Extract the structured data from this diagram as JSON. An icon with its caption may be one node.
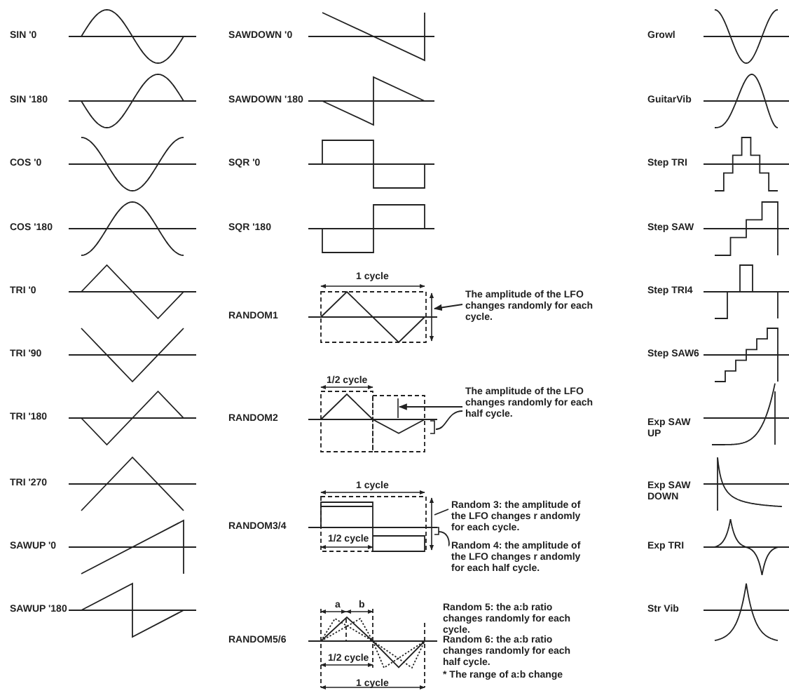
{
  "diagram": {
    "nodes": [
      {
        "text": [
          "The amplitude of the LFO changes randomly for each cycle."
        ]
      },
      {
        "text": [
          "The amplitude of the LFO changes randomly for each half cycle."
        ]
      },
      {
        "text": [
          "Random 3: the amplitude of the LFO changes r andomly for each cycle."
        ]
      },
      {
        "text": [
          "Random 4: the amplitude of the LFO changes r andomly for each half cycle."
        ]
      },
      {
        "text": [],
        "shape": "line"
      },
      {
        "text": [],
        "shape": "line"
      },
      {
        "text": [],
        "shape": "bracket"
      },
      {
        "text": [],
        "shape": "line"
      },
      {
        "text": [],
        "shape": "bracket"
      }
    ],
    "edges": [
      {
        "from": 0,
        "to": 4,
        "arrow": "to"
      },
      {
        "from": 1,
        "to": 5,
        "arrow": "to"
      },
      {
        "from": 1,
        "to": 6,
        "arrow": "none"
      },
      {
        "from": 2,
        "to": 7,
        "arrow": "none"
      },
      {
        "from": 3,
        "to": 8,
        "arrow": "none"
      }
    ],
    "labels": [
      "SIN '0",
      "SIN '180",
      "COS '0",
      "COS '180",
      "TRI '0",
      "TRI '90",
      "TRI '180",
      "TRI '270",
      "SAWUP '0",
      "SAWUP '180",
      "SAWDOWN '0",
      "SAWDOWN '180",
      "SQR '0",
      "SQR '180",
      "1 cycle",
      "RANDOM1",
      "1/2 cycle",
      "RANDOM2",
      "1 cycle",
      "RANDOM3/4",
      "1/2 cycle",
      "a",
      "b",
      "RANDOM5/6",
      "1/2 cycle",
      "1 cycle",
      "Random 5: the a:b ratio changes randomly for each cycle.",
      "Random 6: the a:b ratio changes randomly for each half cycle.",
      "* The range of a:b change",
      "Growl",
      "GuitarVib",
      "Step TRI",
      "Step SAW",
      "Step TRI4",
      "Step SAW6",
      "Exp SAW UP",
      "Exp SAW DOWN",
      "Exp TRI",
      "Str Vib"
    ]
  }
}
